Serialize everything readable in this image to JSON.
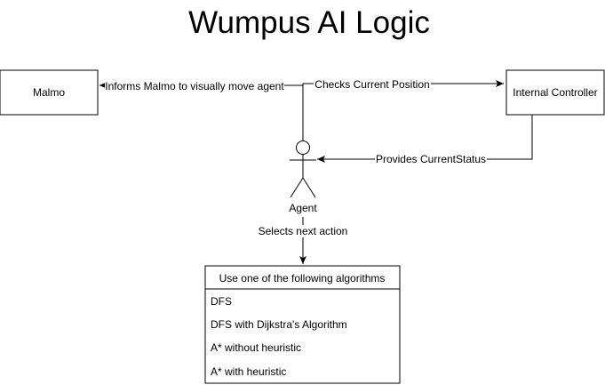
{
  "title": "Wumpus AI Logic",
  "nodes": {
    "malmo": "Malmo",
    "internal_controller": "Internal Controller",
    "agent": "Agent",
    "algorithms_header": "Use one of the following algorithms",
    "algorithms": [
      "DFS",
      "DFS with Dijkstra's Algorithm",
      "A* without heuristic",
      "A* with heuristic"
    ]
  },
  "edges": {
    "informs_malmo": "Informs Malmo to visually move agent",
    "checks_position": "Checks Current Position",
    "provides_status": "Provides CurrentStatus",
    "selects_action": "Selects next action"
  }
}
